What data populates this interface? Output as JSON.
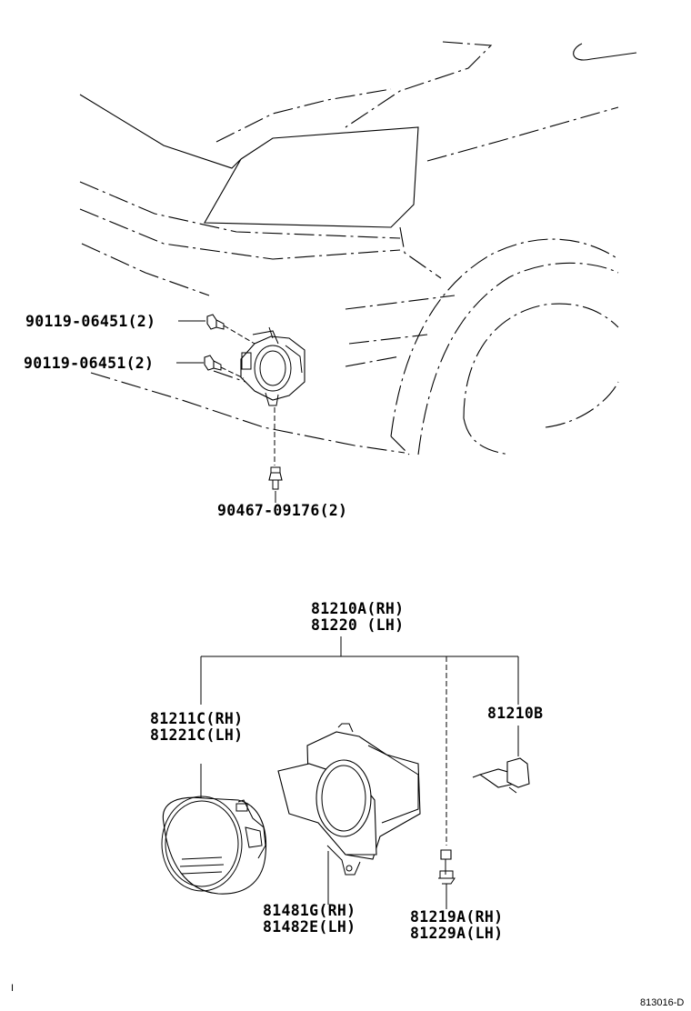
{
  "top_view": {
    "bolt_upper": "90119-06451(2)",
    "bolt_lower": "90119-06451(2)",
    "screw_bottom": "90467-09176(2)"
  },
  "assembly": {
    "label_rh": "81210A(RH)",
    "label_lh": "81220  (LH)",
    "lens_rh": "81211C(RH)",
    "lens_lh": "81221C(LH)",
    "bulb": "81210B",
    "bracket_rh": "81481G(RH)",
    "bracket_lh": "81482E(LH)",
    "socket_rh": "81219A(RH)",
    "socket_lh": "81229A(LH)"
  },
  "footer": {
    "left_mark": "I",
    "code": "813016-D"
  }
}
